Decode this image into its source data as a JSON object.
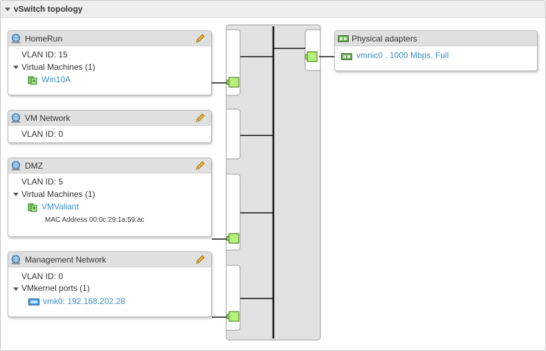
{
  "panel": {
    "title": "vSwitch topology"
  },
  "port_groups": [
    {
      "name": "HomeRun",
      "vlan": "VLAN ID: 15",
      "section": "Virtual Machines (1)",
      "item": "Win10A",
      "item_icon": "vm-icon",
      "detail": null
    },
    {
      "name": "VM Network",
      "vlan": "VLAN ID: 0",
      "section": null,
      "item": null,
      "detail": null
    },
    {
      "name": "DMZ",
      "vlan": "VLAN ID: 5",
      "section": "Virtual Machines (1)",
      "item": "VMValiant",
      "item_icon": "vm-icon",
      "detail": "MAC Address 00:0c:29:1a:59:ac"
    },
    {
      "name": "Management Network",
      "vlan": "VLAN ID: 0",
      "section": "VMkernel ports (1)",
      "item": "vmk0: 192.168.202.28",
      "item_icon": "vmkernel-nic-icon",
      "detail": null
    }
  ],
  "physical_adapters": {
    "title": "Physical adapters",
    "items": [
      "vmnic0 , 1000 Mbps, Full"
    ]
  },
  "colors": {
    "link": "#3b8fc7",
    "header_bg": "#e0e0e0",
    "switch_bg": "#e2e2e2",
    "port_green": "#b6f27a"
  }
}
